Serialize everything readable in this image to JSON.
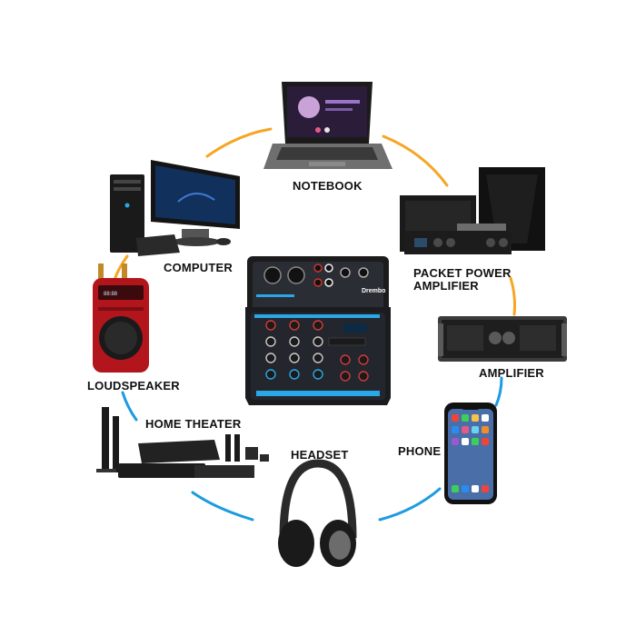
{
  "devices": {
    "notebook": "NOTEBOOK",
    "computer": "COMPUTER",
    "packet_power_amplifier": [
      "PACKET POWER",
      "AMPLIFIER"
    ],
    "amplifier": "AMPLIFIER",
    "loudspeaker": "LOUDSPEAKER",
    "home_theater": "HOME THEATER",
    "headset": "HEADSET",
    "phone": "PHONE"
  },
  "mixer": {
    "brand": "Drembo"
  },
  "colors": {
    "arc_orange": "#f5a623",
    "arc_blue": "#1e9be0",
    "mixer_accent": "#2aa7e6"
  }
}
